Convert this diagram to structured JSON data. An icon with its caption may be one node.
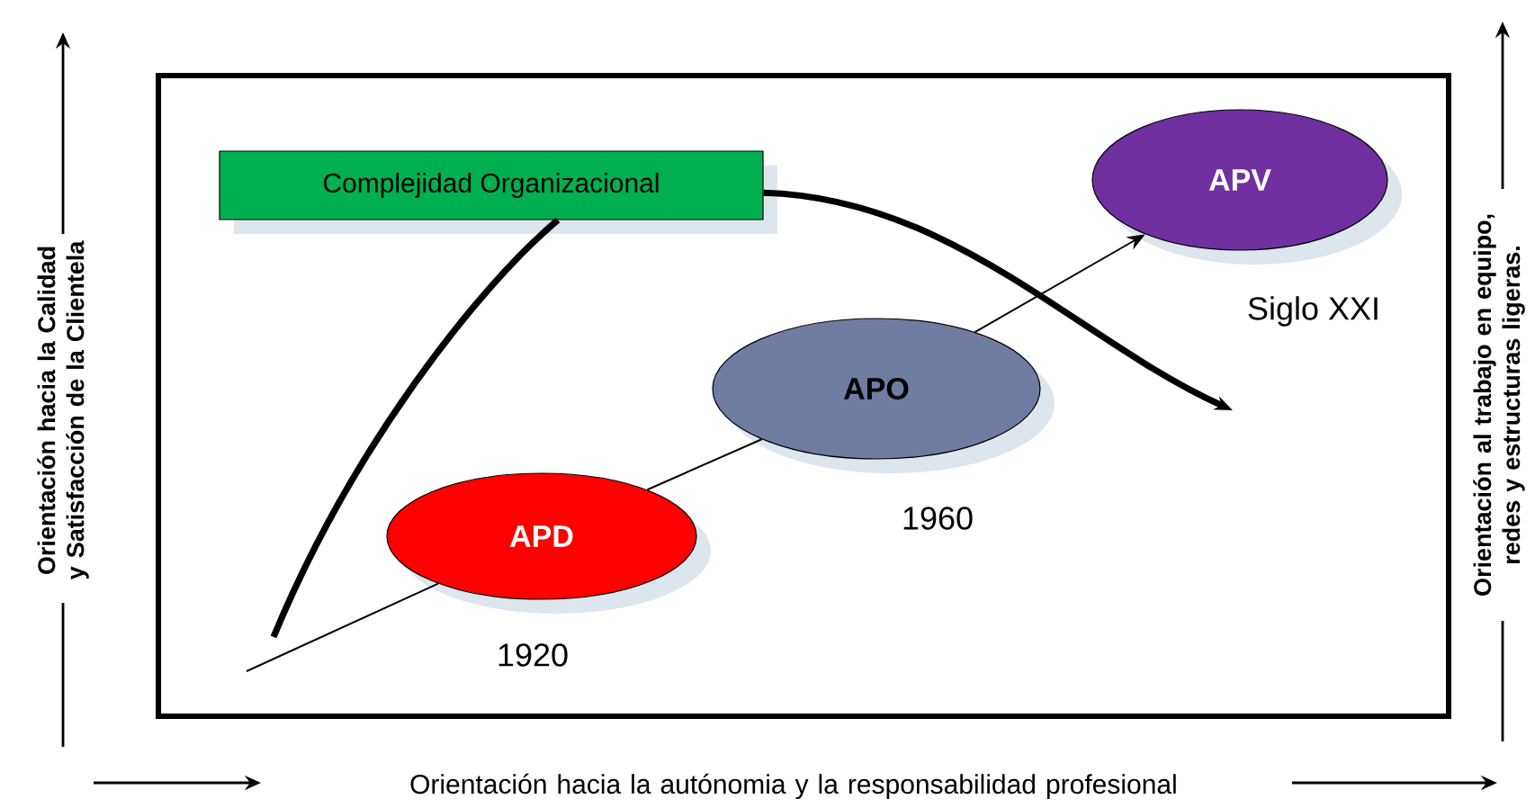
{
  "diagram": {
    "nodes": [
      {
        "text": [
          "Complejidad Organizacional"
        ]
      },
      {
        "text": [
          "APD"
        ],
        "beside": [
          "1920"
        ]
      },
      {
        "text": [
          "APO"
        ],
        "beside": [
          "1960"
        ]
      },
      {
        "text": [
          "APV"
        ],
        "beside": [
          "Siglo XXI"
        ]
      }
    ],
    "edges": [
      {
        "from": null,
        "to": 1,
        "arrow": "none"
      },
      {
        "from": 1,
        "to": 2,
        "arrow": "none"
      },
      {
        "from": 2,
        "to": 3,
        "arrow": "to"
      },
      {
        "from": null,
        "to": 0,
        "arrow": "none",
        "style": "thick"
      },
      {
        "from": 0,
        "to": null,
        "arrow": "to",
        "style": "thick"
      }
    ],
    "labels": [
      "Orientación hacia la Calidad y Satisfacción de la Clientela",
      "Orientación al trabajo en equipo, redes y estructuras ligeras.",
      "Orientación hacia la autónomia y la responsabilidad profesional"
    ]
  }
}
